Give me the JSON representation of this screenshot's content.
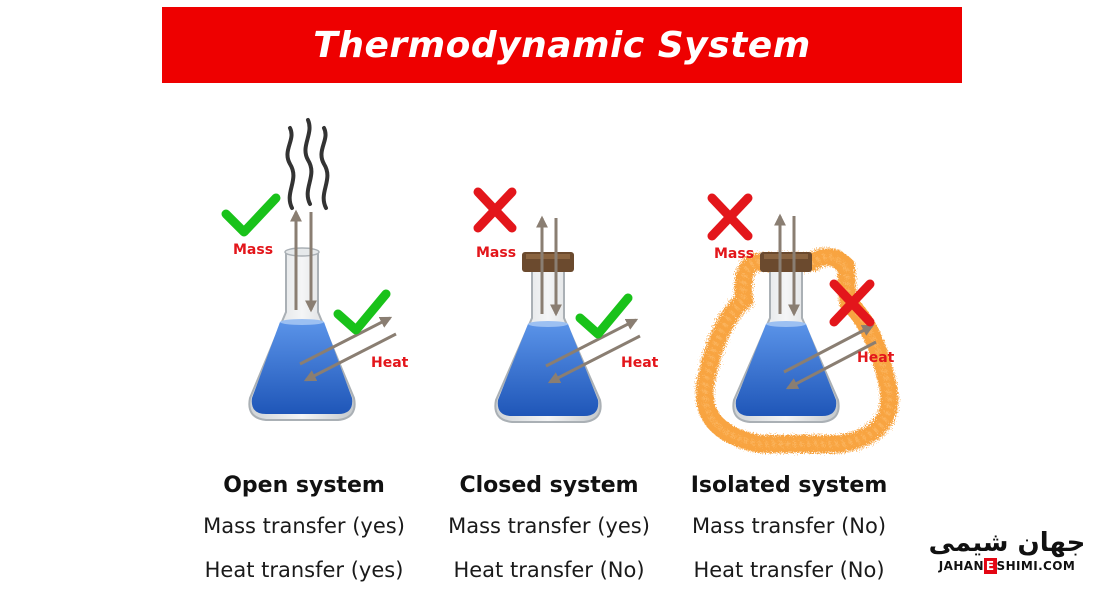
{
  "title": "Thermodynamic System",
  "colors": {
    "banner": "#ee0000",
    "check": "#19c21a",
    "cross": "#e3161b",
    "label_red": "#e3161b",
    "liquid": "#2f6fd6",
    "arrow": "#8a7e72",
    "stopper": "#6b4a2e",
    "insulation": "#f7941d"
  },
  "systems": [
    {
      "name": "Open system",
      "mass_line": "Mass transfer (yes)",
      "heat_line": "Heat transfer (yes)",
      "mass_label": "Mass",
      "heat_label": "Heat",
      "mass_icon": "check-icon",
      "heat_icon": "check-icon"
    },
    {
      "name": "Closed system",
      "mass_line": "Mass transfer (yes)",
      "heat_line": "Heat transfer (No)",
      "mass_label": "Mass",
      "heat_label": "Heat",
      "mass_icon": "cross-icon",
      "heat_icon": "check-icon"
    },
    {
      "name": "Isolated system",
      "mass_line": "Mass transfer (No)",
      "heat_line": "Heat transfer (No)",
      "mass_label": "Mass",
      "heat_label": "Heat",
      "mass_icon": "cross-icon",
      "heat_icon": "cross-icon"
    }
  ],
  "logo": {
    "script": "جهان شیمی",
    "url_before": "JAHAN",
    "url_e": "E",
    "url_after": "SHIMI.COM"
  }
}
